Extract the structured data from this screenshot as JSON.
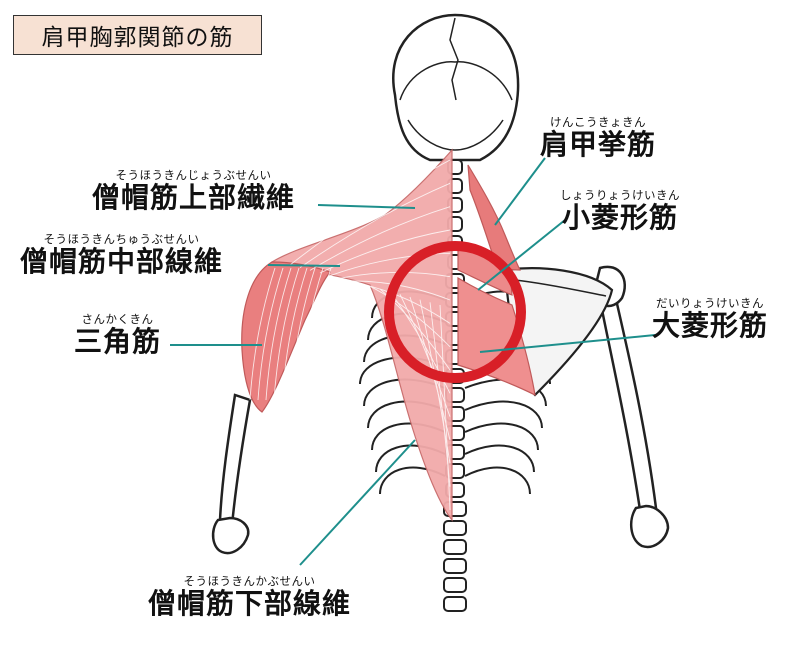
{
  "title": "肩甲胸郭関節の筋",
  "colors": {
    "muscle": "#ef8e8e",
    "muscle_light": "#f6c3c3",
    "leader_line": "#1e8f8c",
    "highlight_ring": "#d81f27",
    "bone_outline": "#222222",
    "title_bg": "#f7e1d3"
  },
  "labels": {
    "upper_trapezius": {
      "ruby": "そうほうきんじょうぶせんい",
      "text": "僧帽筋上部繊維"
    },
    "middle_trapezius": {
      "ruby": "そうほうきんちゅうぶせんい",
      "text": "僧帽筋中部線維"
    },
    "deltoid": {
      "ruby": "さんかくきん",
      "text": "三角筋"
    },
    "lower_trapezius": {
      "ruby": "そうほうきんかぶせんい",
      "text": "僧帽筋下部線維"
    },
    "levator_scapulae": {
      "ruby": "けんこうきょきん",
      "text": "肩甲挙筋"
    },
    "rhomboid_minor": {
      "ruby": "しょうりょうけいきん",
      "text": "小菱形筋"
    },
    "rhomboid_major": {
      "ruby": "だいりょうけいきん",
      "text": "大菱形筋"
    }
  }
}
